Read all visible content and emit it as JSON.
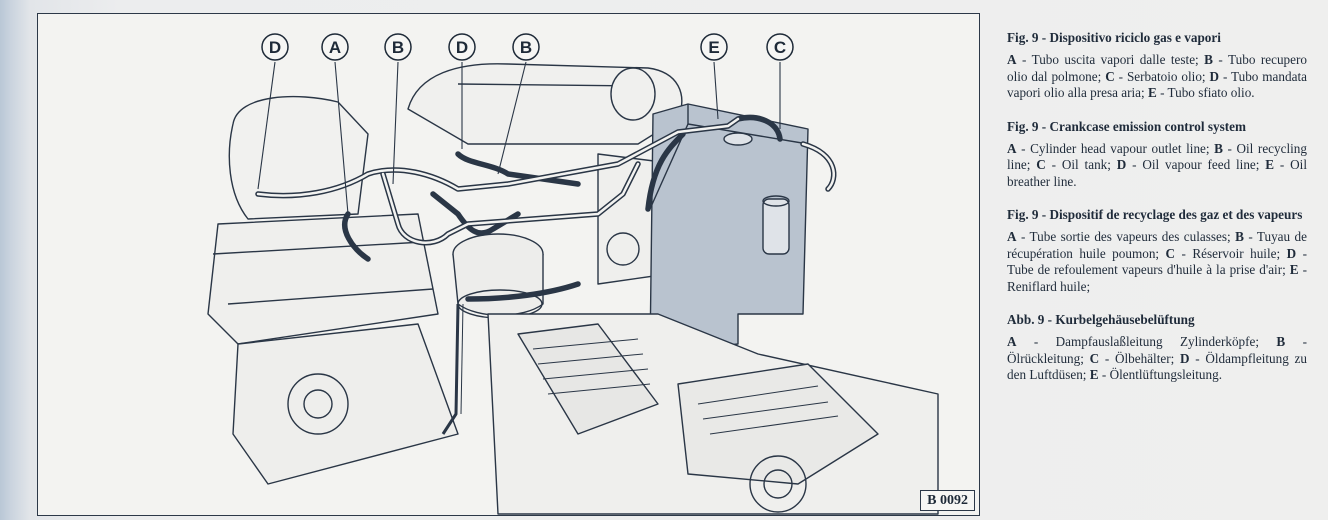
{
  "figure": {
    "ref_code": "B 0092",
    "callouts": [
      "D",
      "A",
      "B",
      "D",
      "B",
      "E",
      "C"
    ]
  },
  "captions": [
    {
      "title": "Fig. 9 - Dispositivo riciclo gas e vapori",
      "items": [
        {
          "key": "A",
          "text": " - Tubo uscita vapori dalle teste; "
        },
        {
          "key": "B",
          "text": " - Tubo recupero olio dal polmone; "
        },
        {
          "key": "C",
          "text": " - Serbatoio olio; "
        },
        {
          "key": "D",
          "text": " - Tubo mandata vapori olio alla presa aria; "
        },
        {
          "key": "E",
          "text": " - Tubo sfiato olio."
        }
      ]
    },
    {
      "title": "Fig. 9 - Crankcase emission control system",
      "items": [
        {
          "key": "A",
          "text": " - Cylinder head vapour outlet line; "
        },
        {
          "key": "B",
          "text": " - Oil recycling line; "
        },
        {
          "key": "C",
          "text": " - Oil tank; "
        },
        {
          "key": "D",
          "text": " - Oil vapour feed line; "
        },
        {
          "key": "E",
          "text": " - Oil breather line."
        }
      ]
    },
    {
      "title": "Fig. 9 - Dispositif de recyclage des gaz et des vapeurs",
      "items": [
        {
          "key": "A",
          "text": " - Tube sortie des vapeurs des culasses; "
        },
        {
          "key": "B",
          "text": " - Tuyau de récupération huile poumon; "
        },
        {
          "key": "C",
          "text": " - Réservoir huile; "
        },
        {
          "key": "D",
          "text": " - Tube de refoulement vapeurs d'huile à la prise d'air; "
        },
        {
          "key": "E",
          "text": " - Reniflard huile;"
        }
      ]
    },
    {
      "title": "Abb. 9 - Kurbelgehäusebelüftung",
      "items": [
        {
          "key": "A",
          "text": " - Dampfauslaßleitung Zylinderköpfe; "
        },
        {
          "key": "B",
          "text": " - Ölrückleitung; "
        },
        {
          "key": "C",
          "text": " - Ölbehälter; "
        },
        {
          "key": "D",
          "text": " - Öldampfleitung zu den Luftdüsen; "
        },
        {
          "key": "E",
          "text": " - Ölentlüftungsleitung."
        }
      ]
    }
  ],
  "colors": {
    "ink": "#1f2b3a",
    "tank_fill": "#b9c3cf",
    "paper": "#f3f3f1"
  }
}
